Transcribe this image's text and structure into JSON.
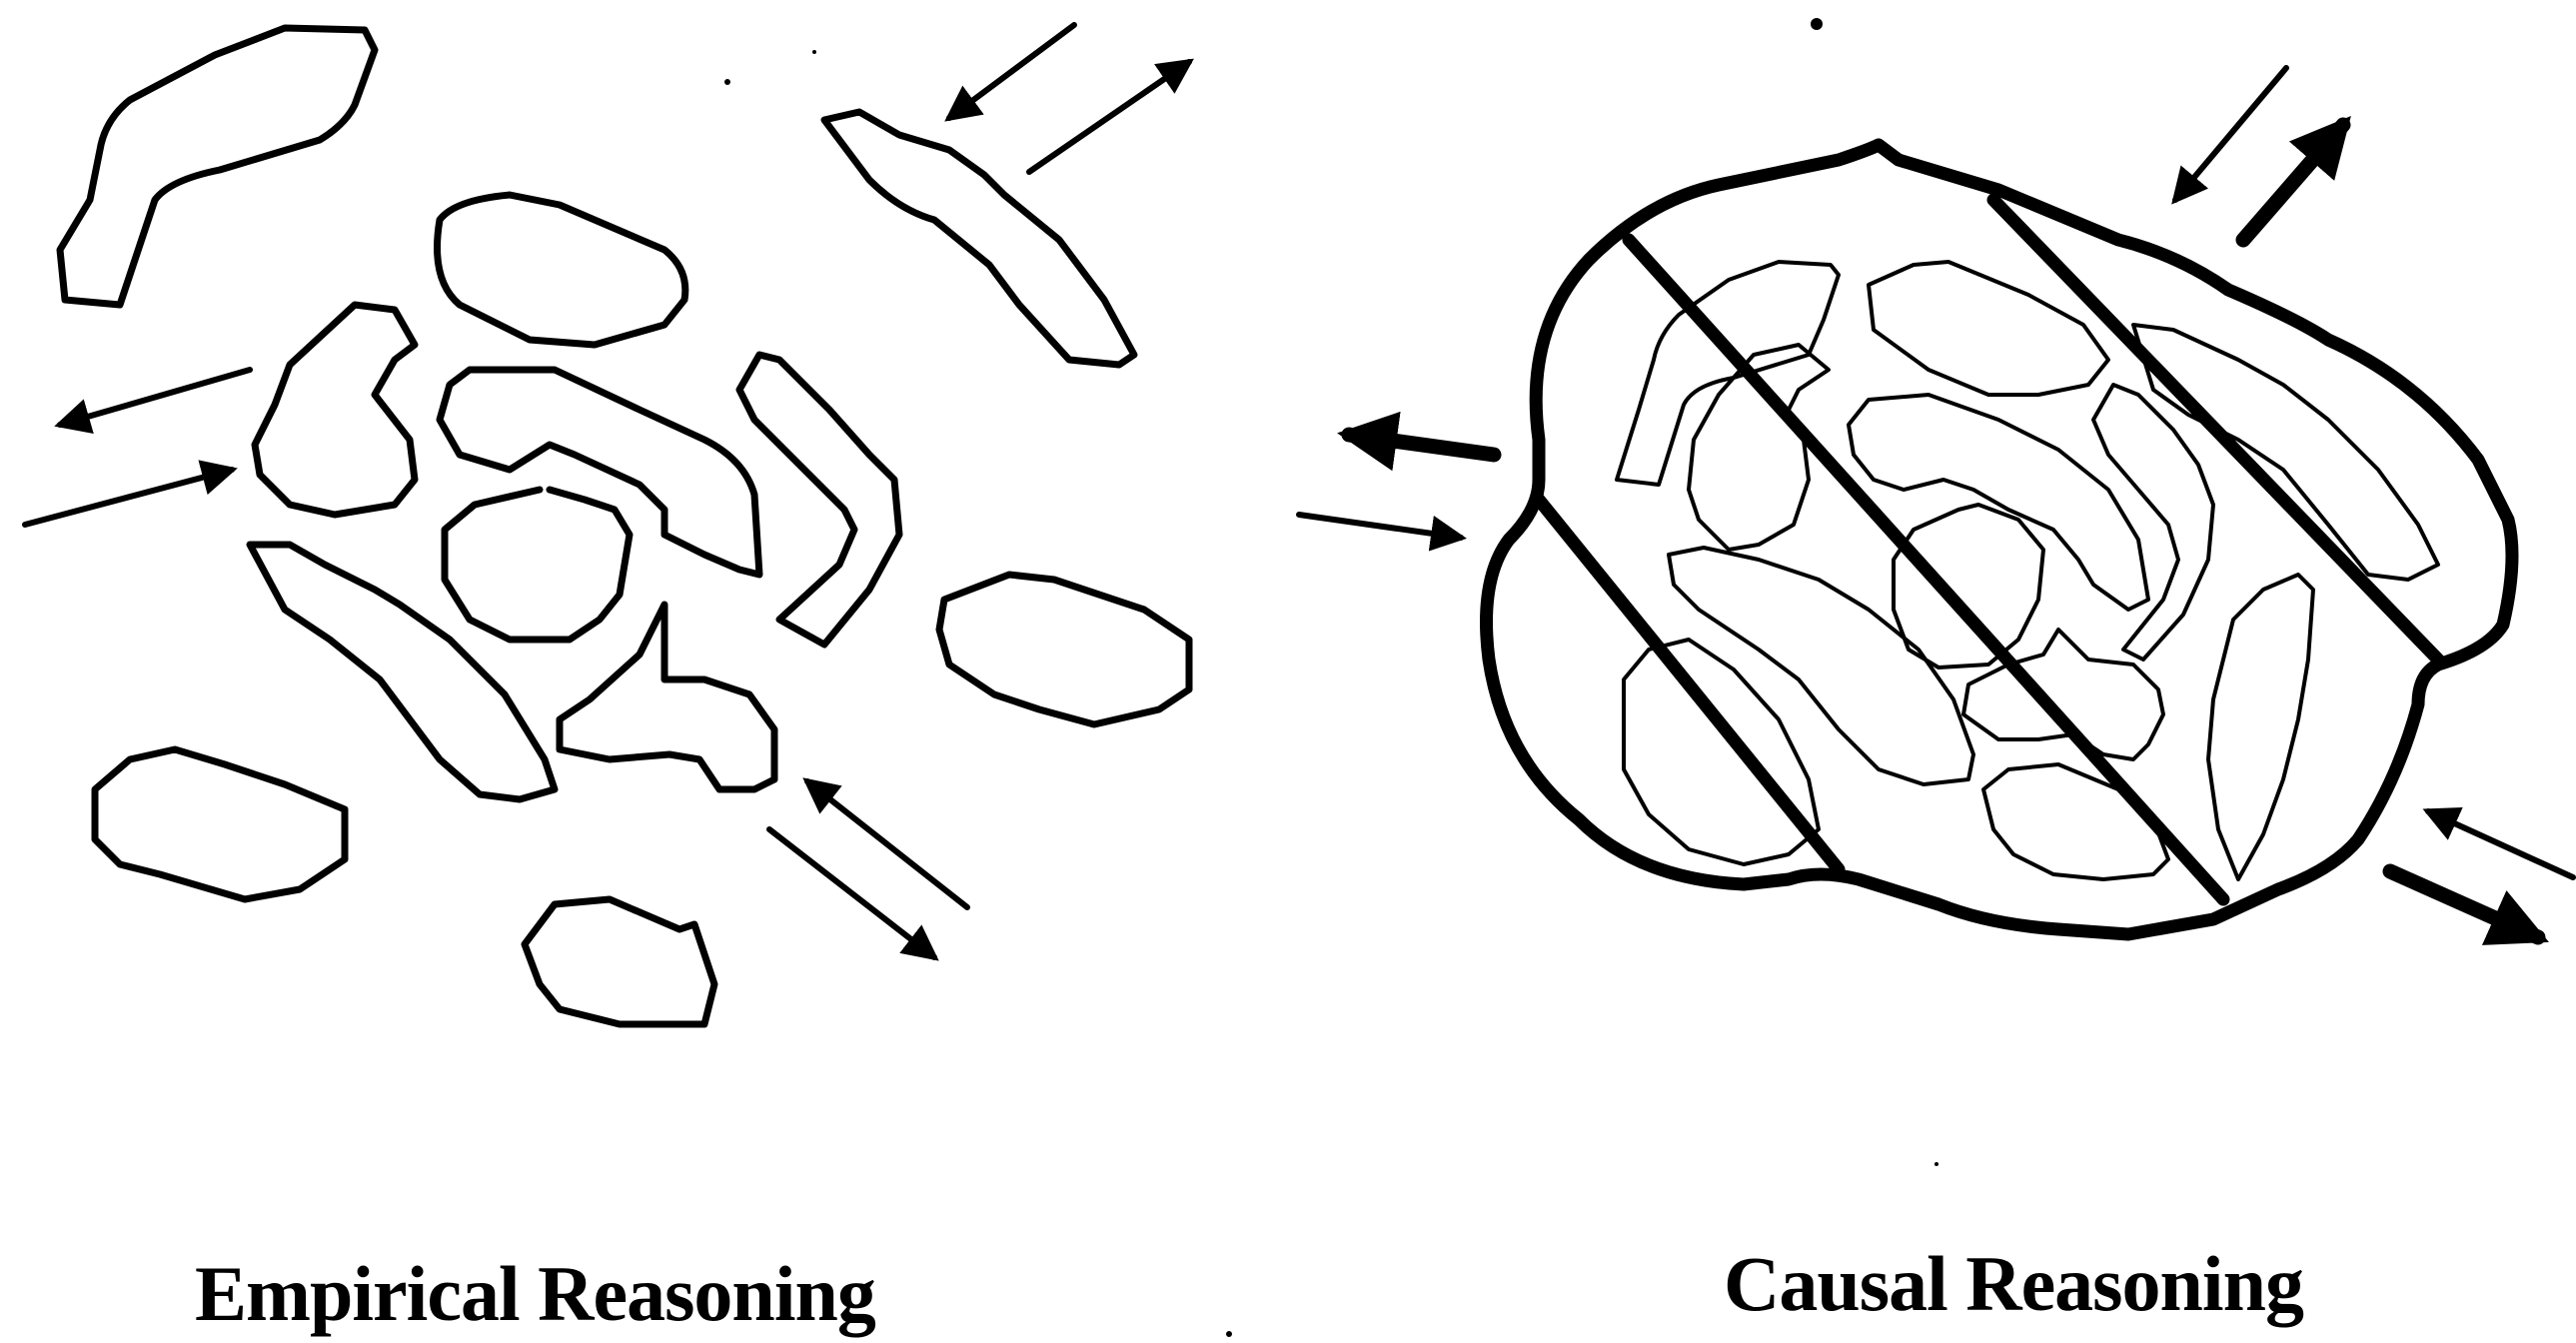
{
  "panels": [
    {
      "id": "empirical",
      "caption": "Empirical Reasoning"
    },
    {
      "id": "causal",
      "caption": "Causal Reasoning"
    }
  ]
}
